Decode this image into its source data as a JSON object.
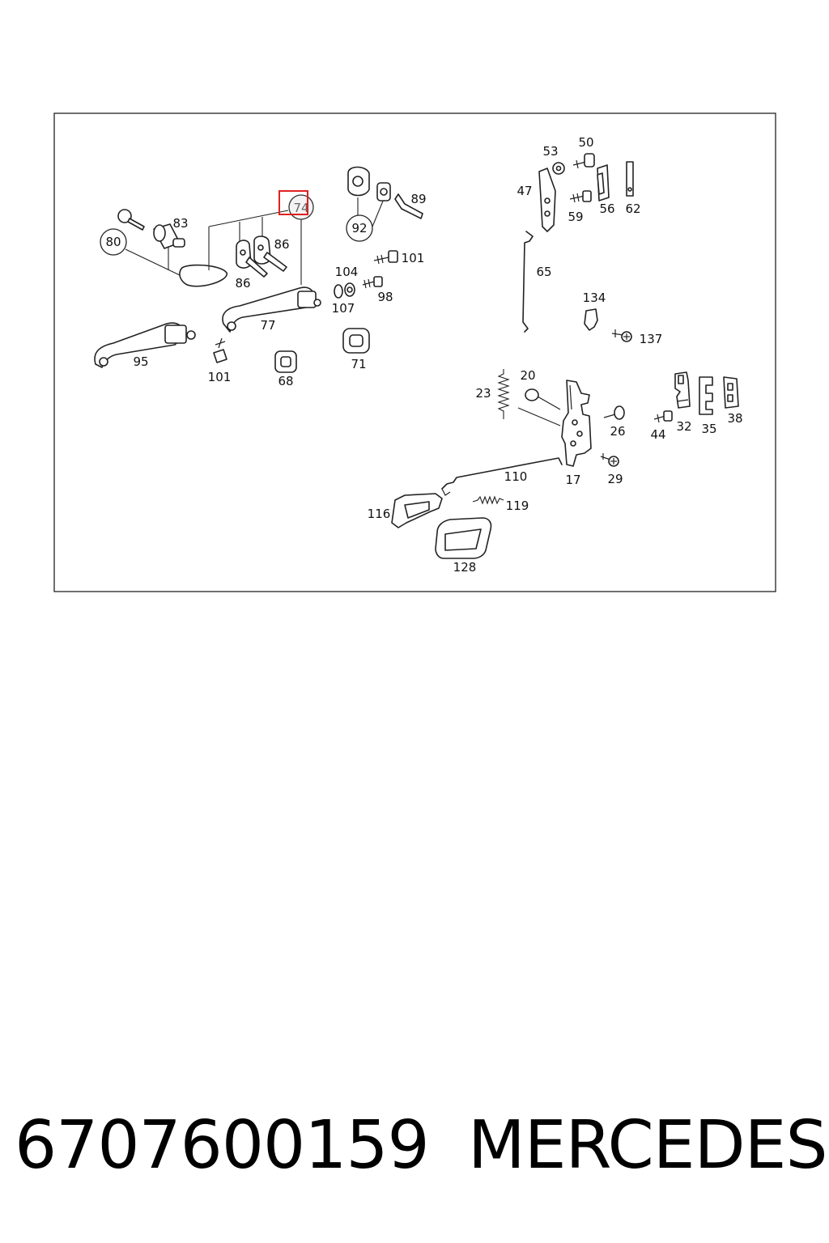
{
  "diagram": {
    "highlighted_label": "74",
    "labels": {
      "l80": "80",
      "l83": "83",
      "l74": "74",
      "l92": "92",
      "l89": "89",
      "l86a": "86",
      "l86b": "86",
      "l104": "104",
      "l101a": "101",
      "l98": "98",
      "l107": "107",
      "l77": "77",
      "l95": "95",
      "l101b": "101",
      "l68": "68",
      "l71": "71",
      "l53": "53",
      "l50": "50",
      "l47": "47",
      "l59": "59",
      "l56": "56",
      "l62": "62",
      "l65": "65",
      "l134": "134",
      "l137": "137",
      "l23": "23",
      "l20": "20",
      "l26": "26",
      "l44": "44",
      "l32": "32",
      "l35": "35",
      "l38": "38",
      "l110": "110",
      "l17": "17",
      "l29": "29",
      "l116": "116",
      "l119": "119",
      "l128": "128"
    }
  },
  "caption": {
    "part_number": "6707600159",
    "brand": "MERCEDES"
  },
  "colors": {
    "highlight": "#e02020",
    "ink": "#222222"
  }
}
